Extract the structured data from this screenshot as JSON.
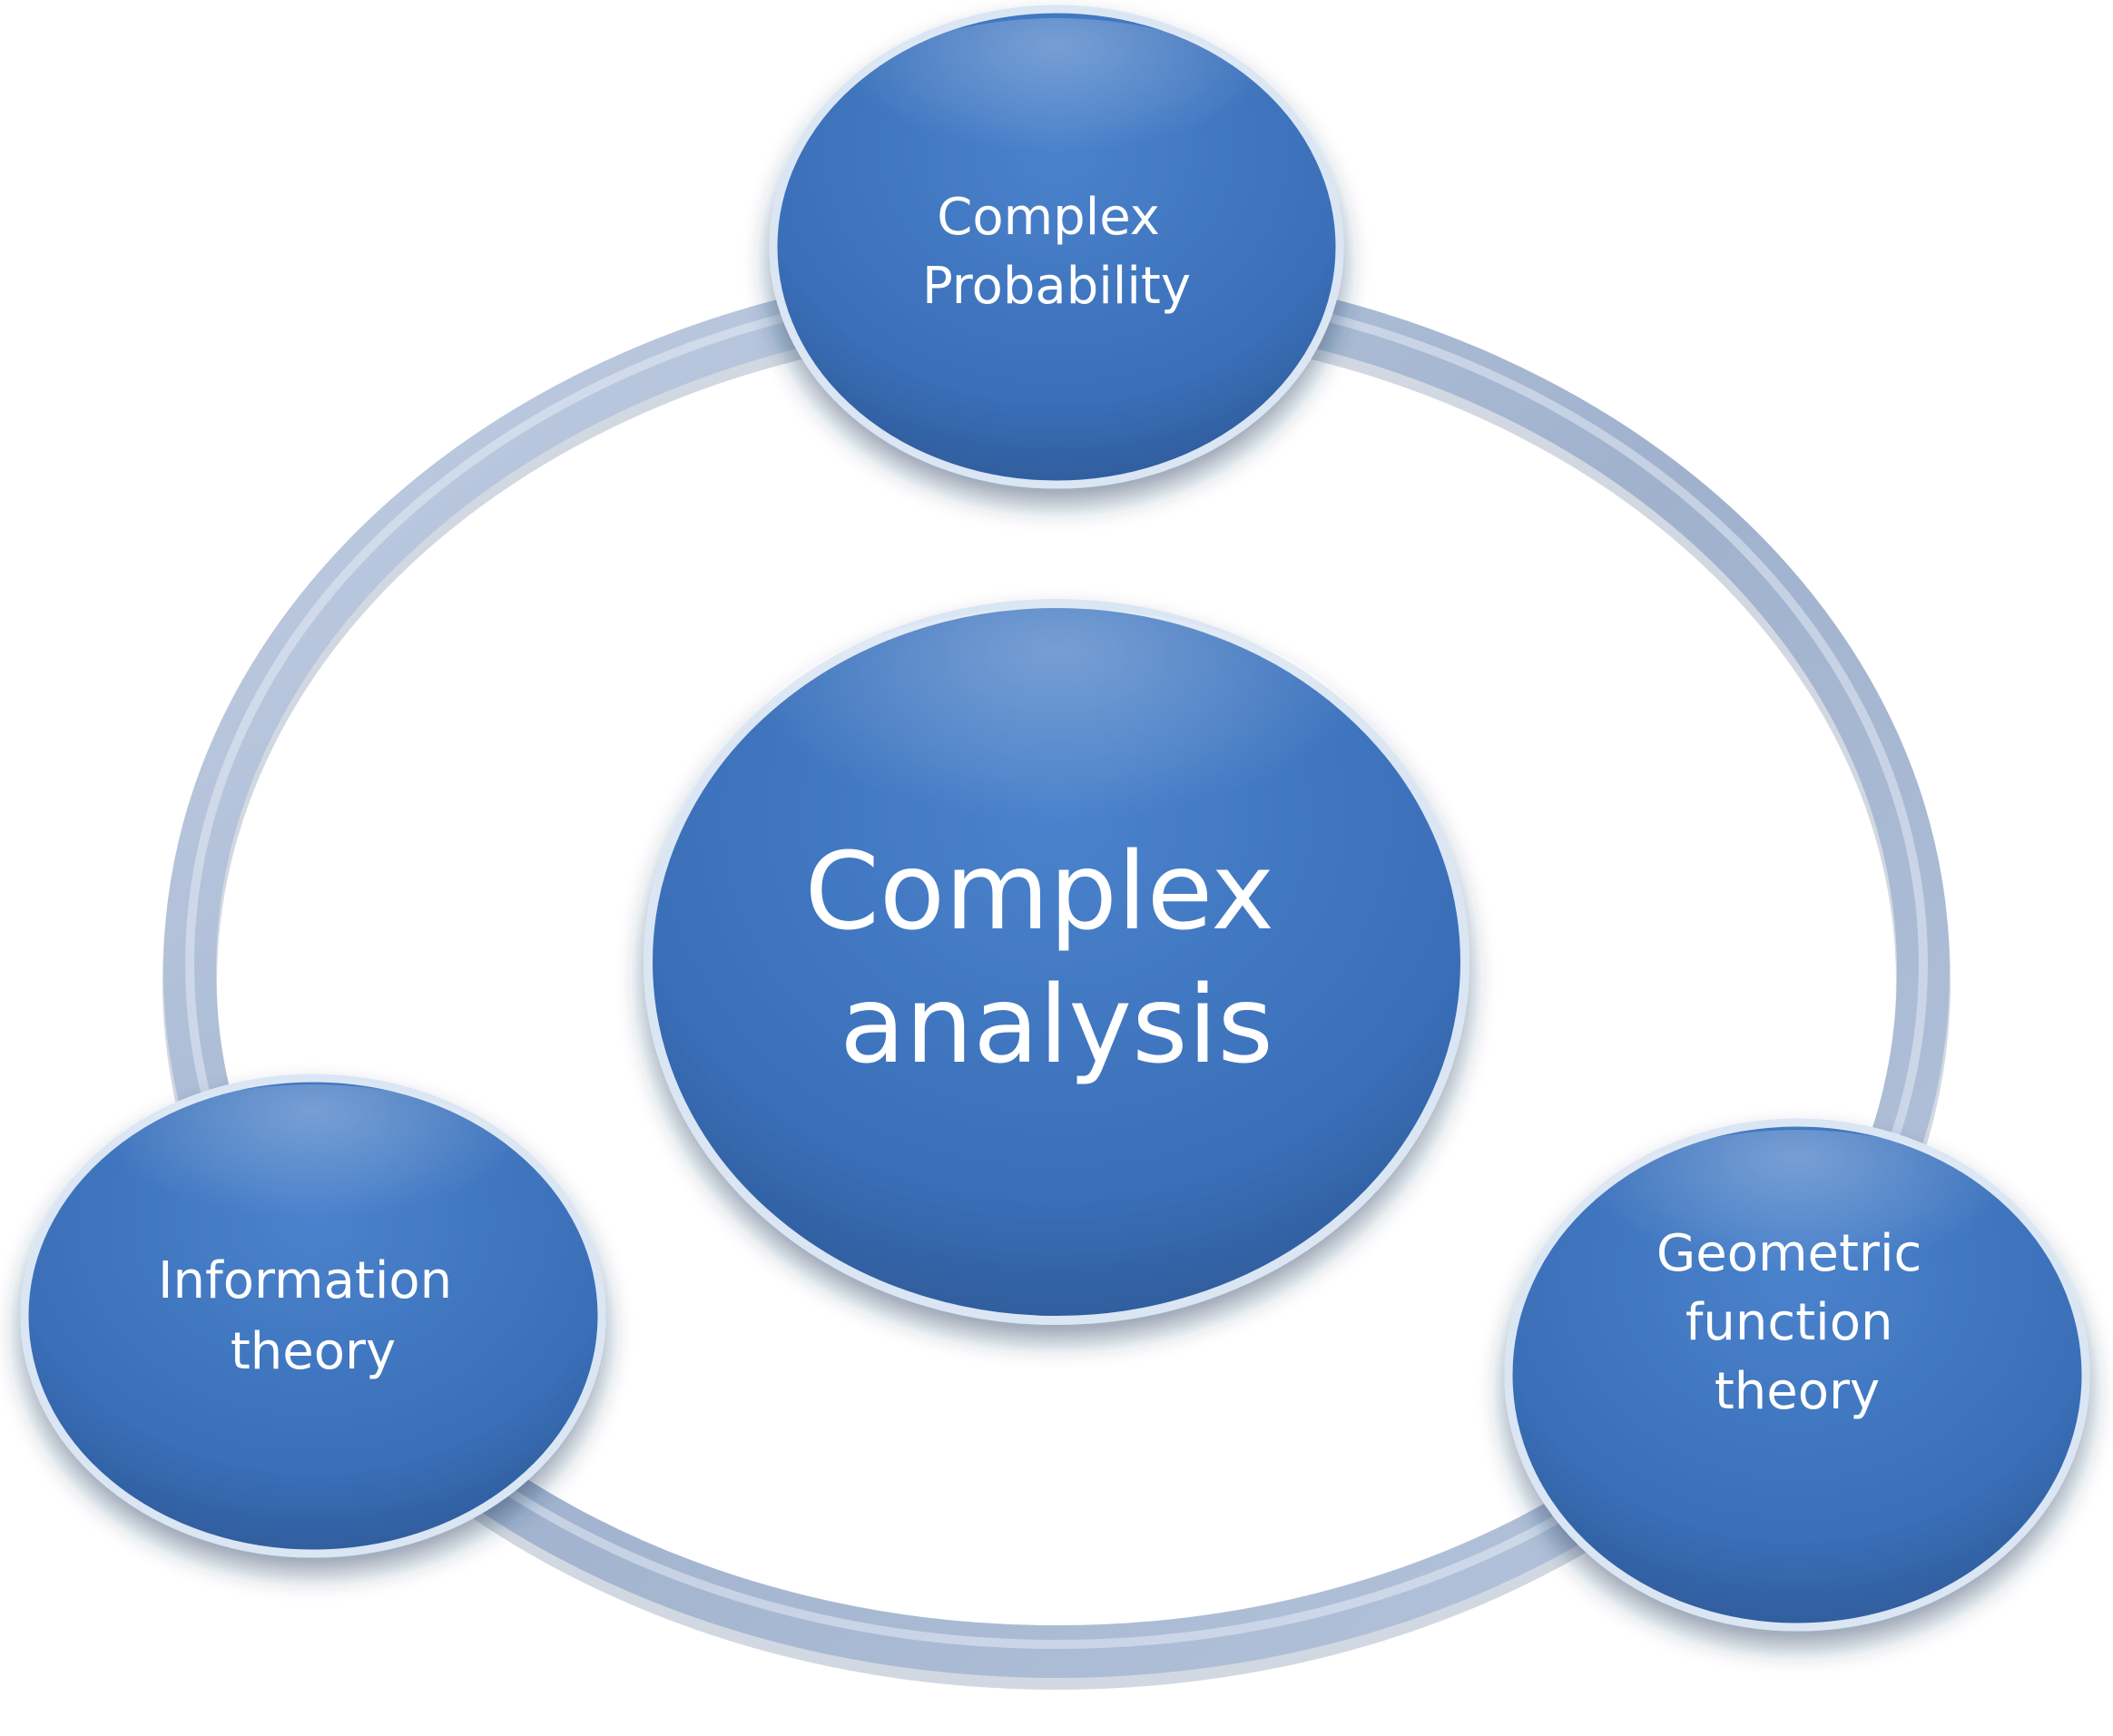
{
  "diagram": {
    "center": {
      "label_lines": [
        "Complex",
        "analysis"
      ]
    },
    "nodes": [
      {
        "id": "complex-probability",
        "label_lines": [
          "Complex",
          "Probability"
        ]
      },
      {
        "id": "information-theory",
        "label_lines": [
          "Information",
          "theory"
        ]
      },
      {
        "id": "geometric-function-theory",
        "label_lines": [
          "Geometric",
          "function",
          "theory"
        ]
      }
    ]
  },
  "colors": {
    "node_fill": "#3a6fb8",
    "node_edge": "#2a5490",
    "ring": "#a7b8d2",
    "label": "#ffffff"
  }
}
